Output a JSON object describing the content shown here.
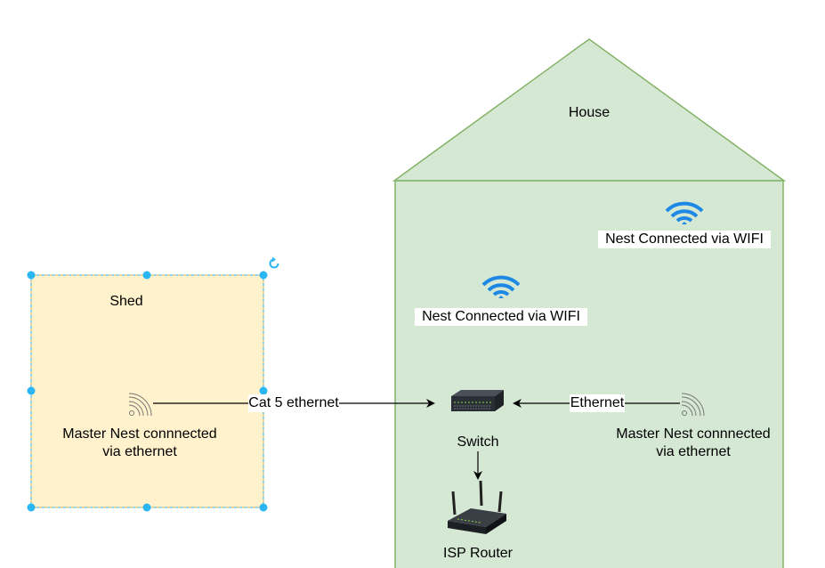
{
  "house": {
    "label": "House"
  },
  "shed": {
    "label": "Shed"
  },
  "nodes": {
    "wifi_nest_right": "Nest Connected via WIFI",
    "wifi_nest_left": "Nest Connected via WIFI",
    "master_nest_shed": {
      "line1": "Master Nest connnected",
      "line2": "via ethernet"
    },
    "master_nest_house": {
      "line1": "Master Nest connnected",
      "line2": "via ethernet"
    },
    "switch": "Switch",
    "router": "ISP Router"
  },
  "edges": {
    "shed_to_switch": "Cat 5 ethernet",
    "house_master_to_switch": "Ethernet"
  },
  "colors": {
    "house_fill": "#d5e8d4",
    "house_stroke": "#82b366",
    "shed_fill": "#fff2cc",
    "selection_handle": "#29b6f2",
    "wifi_icon": "#1e88e5"
  }
}
